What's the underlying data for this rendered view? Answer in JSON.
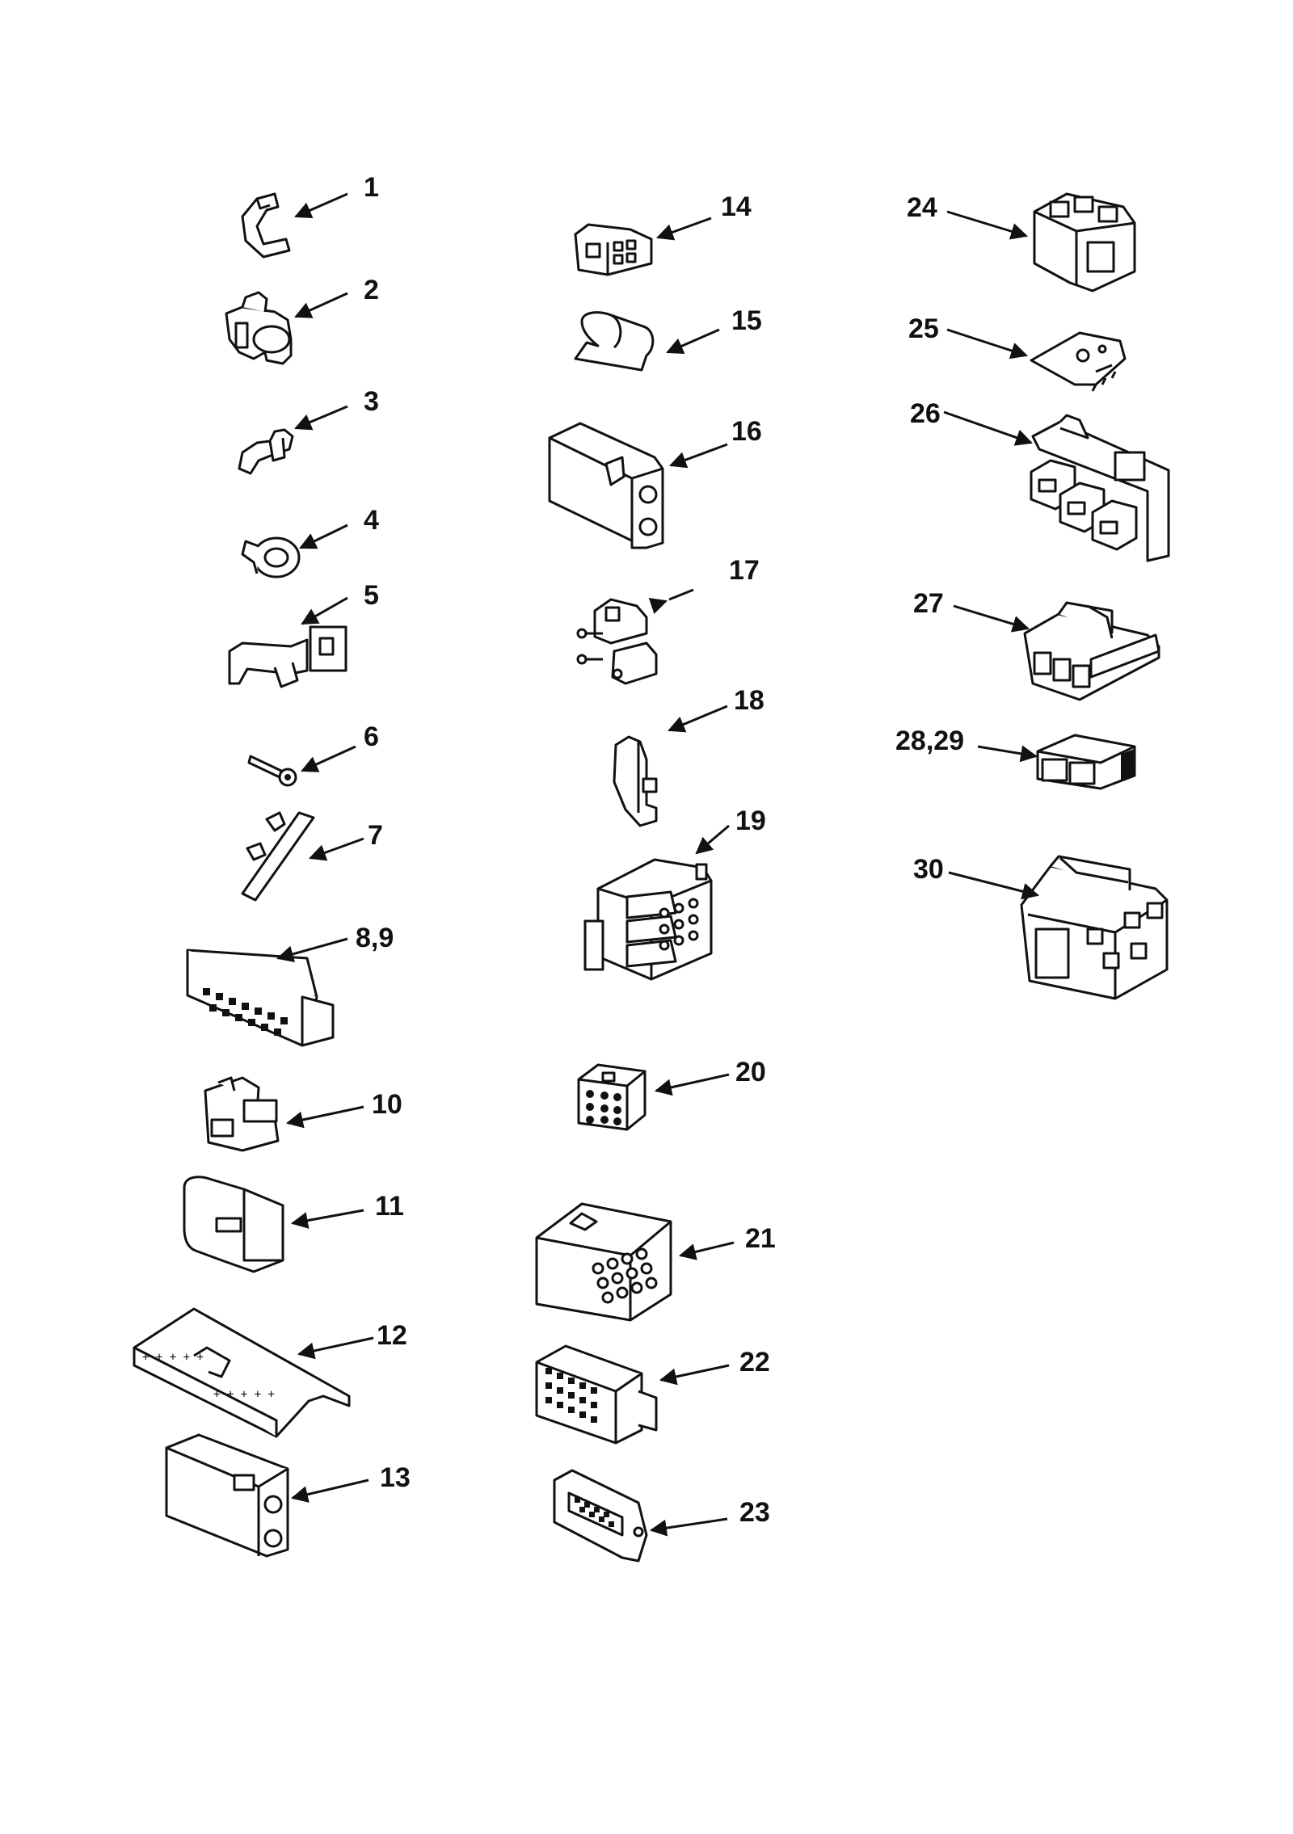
{
  "parts": [
    {
      "id": "p1",
      "callout": "1",
      "icon": "clip-icon"
    },
    {
      "id": "p2",
      "callout": "2",
      "icon": "clamp-icon"
    },
    {
      "id": "p3",
      "callout": "3",
      "icon": "clip-icon"
    },
    {
      "id": "p4",
      "callout": "4",
      "icon": "ring-clip-icon"
    },
    {
      "id": "p5",
      "callout": "5",
      "icon": "cable-clamp-icon"
    },
    {
      "id": "p6",
      "callout": "6",
      "icon": "screw-icon"
    },
    {
      "id": "p7",
      "callout": "7",
      "icon": "retainer-icon"
    },
    {
      "id": "p8",
      "callout": "8,9",
      "icon": "connector-housing-icon"
    },
    {
      "id": "p10",
      "callout": "10",
      "icon": "connector-icon"
    },
    {
      "id": "p11",
      "callout": "11",
      "icon": "connector-icon"
    },
    {
      "id": "p12",
      "callout": "12",
      "icon": "terminal-strip-icon"
    },
    {
      "id": "p13",
      "callout": "13",
      "icon": "connector-icon"
    },
    {
      "id": "p14",
      "callout": "14",
      "icon": "connector-icon"
    },
    {
      "id": "p15",
      "callout": "15",
      "icon": "sleeve-icon"
    },
    {
      "id": "p16",
      "callout": "16",
      "icon": "connector-icon"
    },
    {
      "id": "p17",
      "callout": "17",
      "icon": "terminal-block-icon"
    },
    {
      "id": "p18",
      "callout": "18",
      "icon": "clip-icon"
    },
    {
      "id": "p19",
      "callout": "19",
      "icon": "connector-housing-icon"
    },
    {
      "id": "p20",
      "callout": "20",
      "icon": "connector-icon"
    },
    {
      "id": "p21",
      "callout": "21",
      "icon": "connector-housing-icon"
    },
    {
      "id": "p22",
      "callout": "22",
      "icon": "connector-housing-icon"
    },
    {
      "id": "p23",
      "callout": "23",
      "icon": "d-sub-connector-icon"
    },
    {
      "id": "p24",
      "callout": "24",
      "icon": "connector-housing-icon"
    },
    {
      "id": "p25",
      "callout": "25",
      "icon": "circuit-board-icon"
    },
    {
      "id": "p26",
      "callout": "26",
      "icon": "relay-board-icon"
    },
    {
      "id": "p27",
      "callout": "27",
      "icon": "connector-housing-icon"
    },
    {
      "id": "p28",
      "callout": "28,29",
      "icon": "connector-icon"
    },
    {
      "id": "p30",
      "callout": "30",
      "icon": "connector-housing-icon"
    }
  ]
}
